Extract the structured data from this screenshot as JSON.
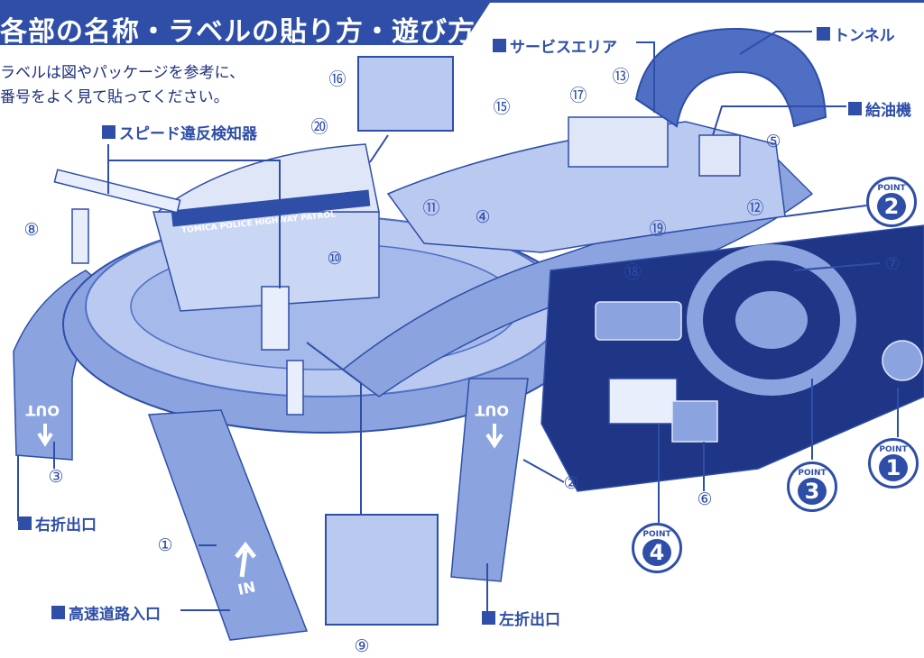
{
  "header": {
    "title": "各部の名称・ラベルの貼り方・遊び方"
  },
  "instructions": {
    "line1": "ラベルは図やパッケージを参考に、",
    "line2": "番号をよく見て貼ってください。"
  },
  "labels": {
    "speed_detector": "スピード違反検知器",
    "service_area": "サービスエリア",
    "tunnel": "トンネル",
    "fuel_machine": "給油機",
    "right_exit": "右折出口",
    "left_exit": "左折出口",
    "highway_entrance": "高速道路入口"
  },
  "numbers": {
    "n1": "①",
    "n2": "②",
    "n3": "③",
    "n4": "④",
    "n5": "⑤",
    "n6": "⑥",
    "n7": "⑦",
    "n8": "⑧",
    "n9": "⑨",
    "n10": "⑩",
    "n11": "⑪",
    "n12": "⑫",
    "n13": "⑬",
    "n15": "⑮",
    "n16": "⑯",
    "n17": "⑰",
    "n18": "⑱",
    "n19": "⑲",
    "n20": "⑳"
  },
  "points": {
    "label": "POINT",
    "p1": "1",
    "p2": "2",
    "p3": "3",
    "p4": "4"
  },
  "ramp_text": {
    "out": "OUT",
    "in": "IN"
  },
  "signage": {
    "patrol": "TOMICA POLICE HIGHWAY PATROL"
  },
  "colors": {
    "accent": "#2e4ea8",
    "illustration_light": "#b9c9ef",
    "illustration_mid": "#8ba4e0",
    "illustration_dark": "#4f6fc4"
  }
}
